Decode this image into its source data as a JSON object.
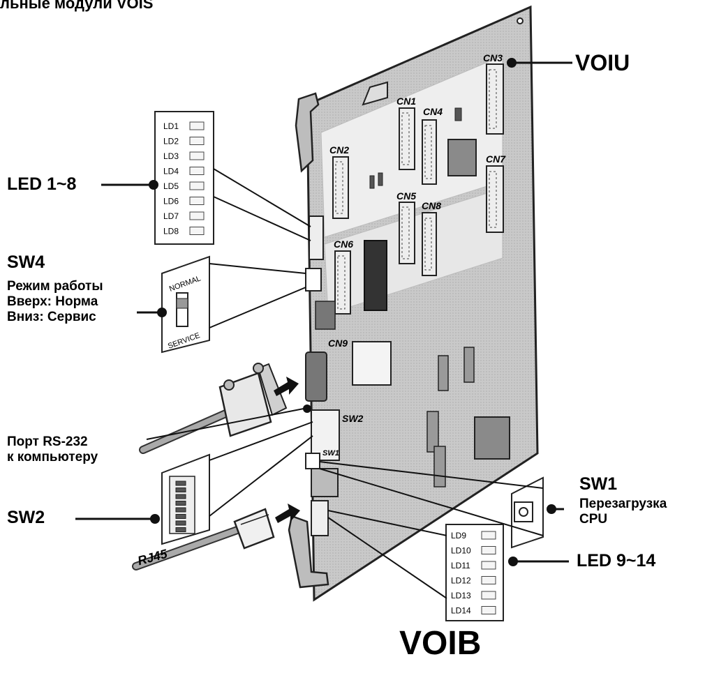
{
  "header_fragment": "льные модули VOIS",
  "board_name": "VOIU",
  "bottom_title": "VOIB",
  "connectors": [
    "CN1",
    "CN2",
    "CN3",
    "CN4",
    "CN5",
    "CN6",
    "CN7",
    "CN8",
    "CN9"
  ],
  "board_switch_labels": {
    "sw2": "SW2",
    "sw1": "SW1"
  },
  "led_group_1": {
    "label": "LED 1~8",
    "leds": [
      "LD1",
      "LD2",
      "LD3",
      "LD4",
      "LD5",
      "LD6",
      "LD7",
      "LD8"
    ]
  },
  "led_group_2": {
    "label": "LED 9~14",
    "leds": [
      "LD9",
      "LD10",
      "LD11",
      "LD12",
      "LD13",
      "LD14"
    ]
  },
  "sw4": {
    "title": "SW4",
    "lines": [
      "Режим работы",
      "Вверх: Норма",
      "Вниз: Сервис"
    ],
    "switch_top": "NORMAL",
    "switch_bottom": "SERVICE"
  },
  "rs232": {
    "lines": [
      "Порт RS-232",
      "к компьютеру"
    ]
  },
  "sw2": {
    "title": "SW2"
  },
  "rj45": "RJ45",
  "sw1": {
    "title": "SW1",
    "lines": [
      "Перезагрузка",
      "CPU"
    ]
  }
}
